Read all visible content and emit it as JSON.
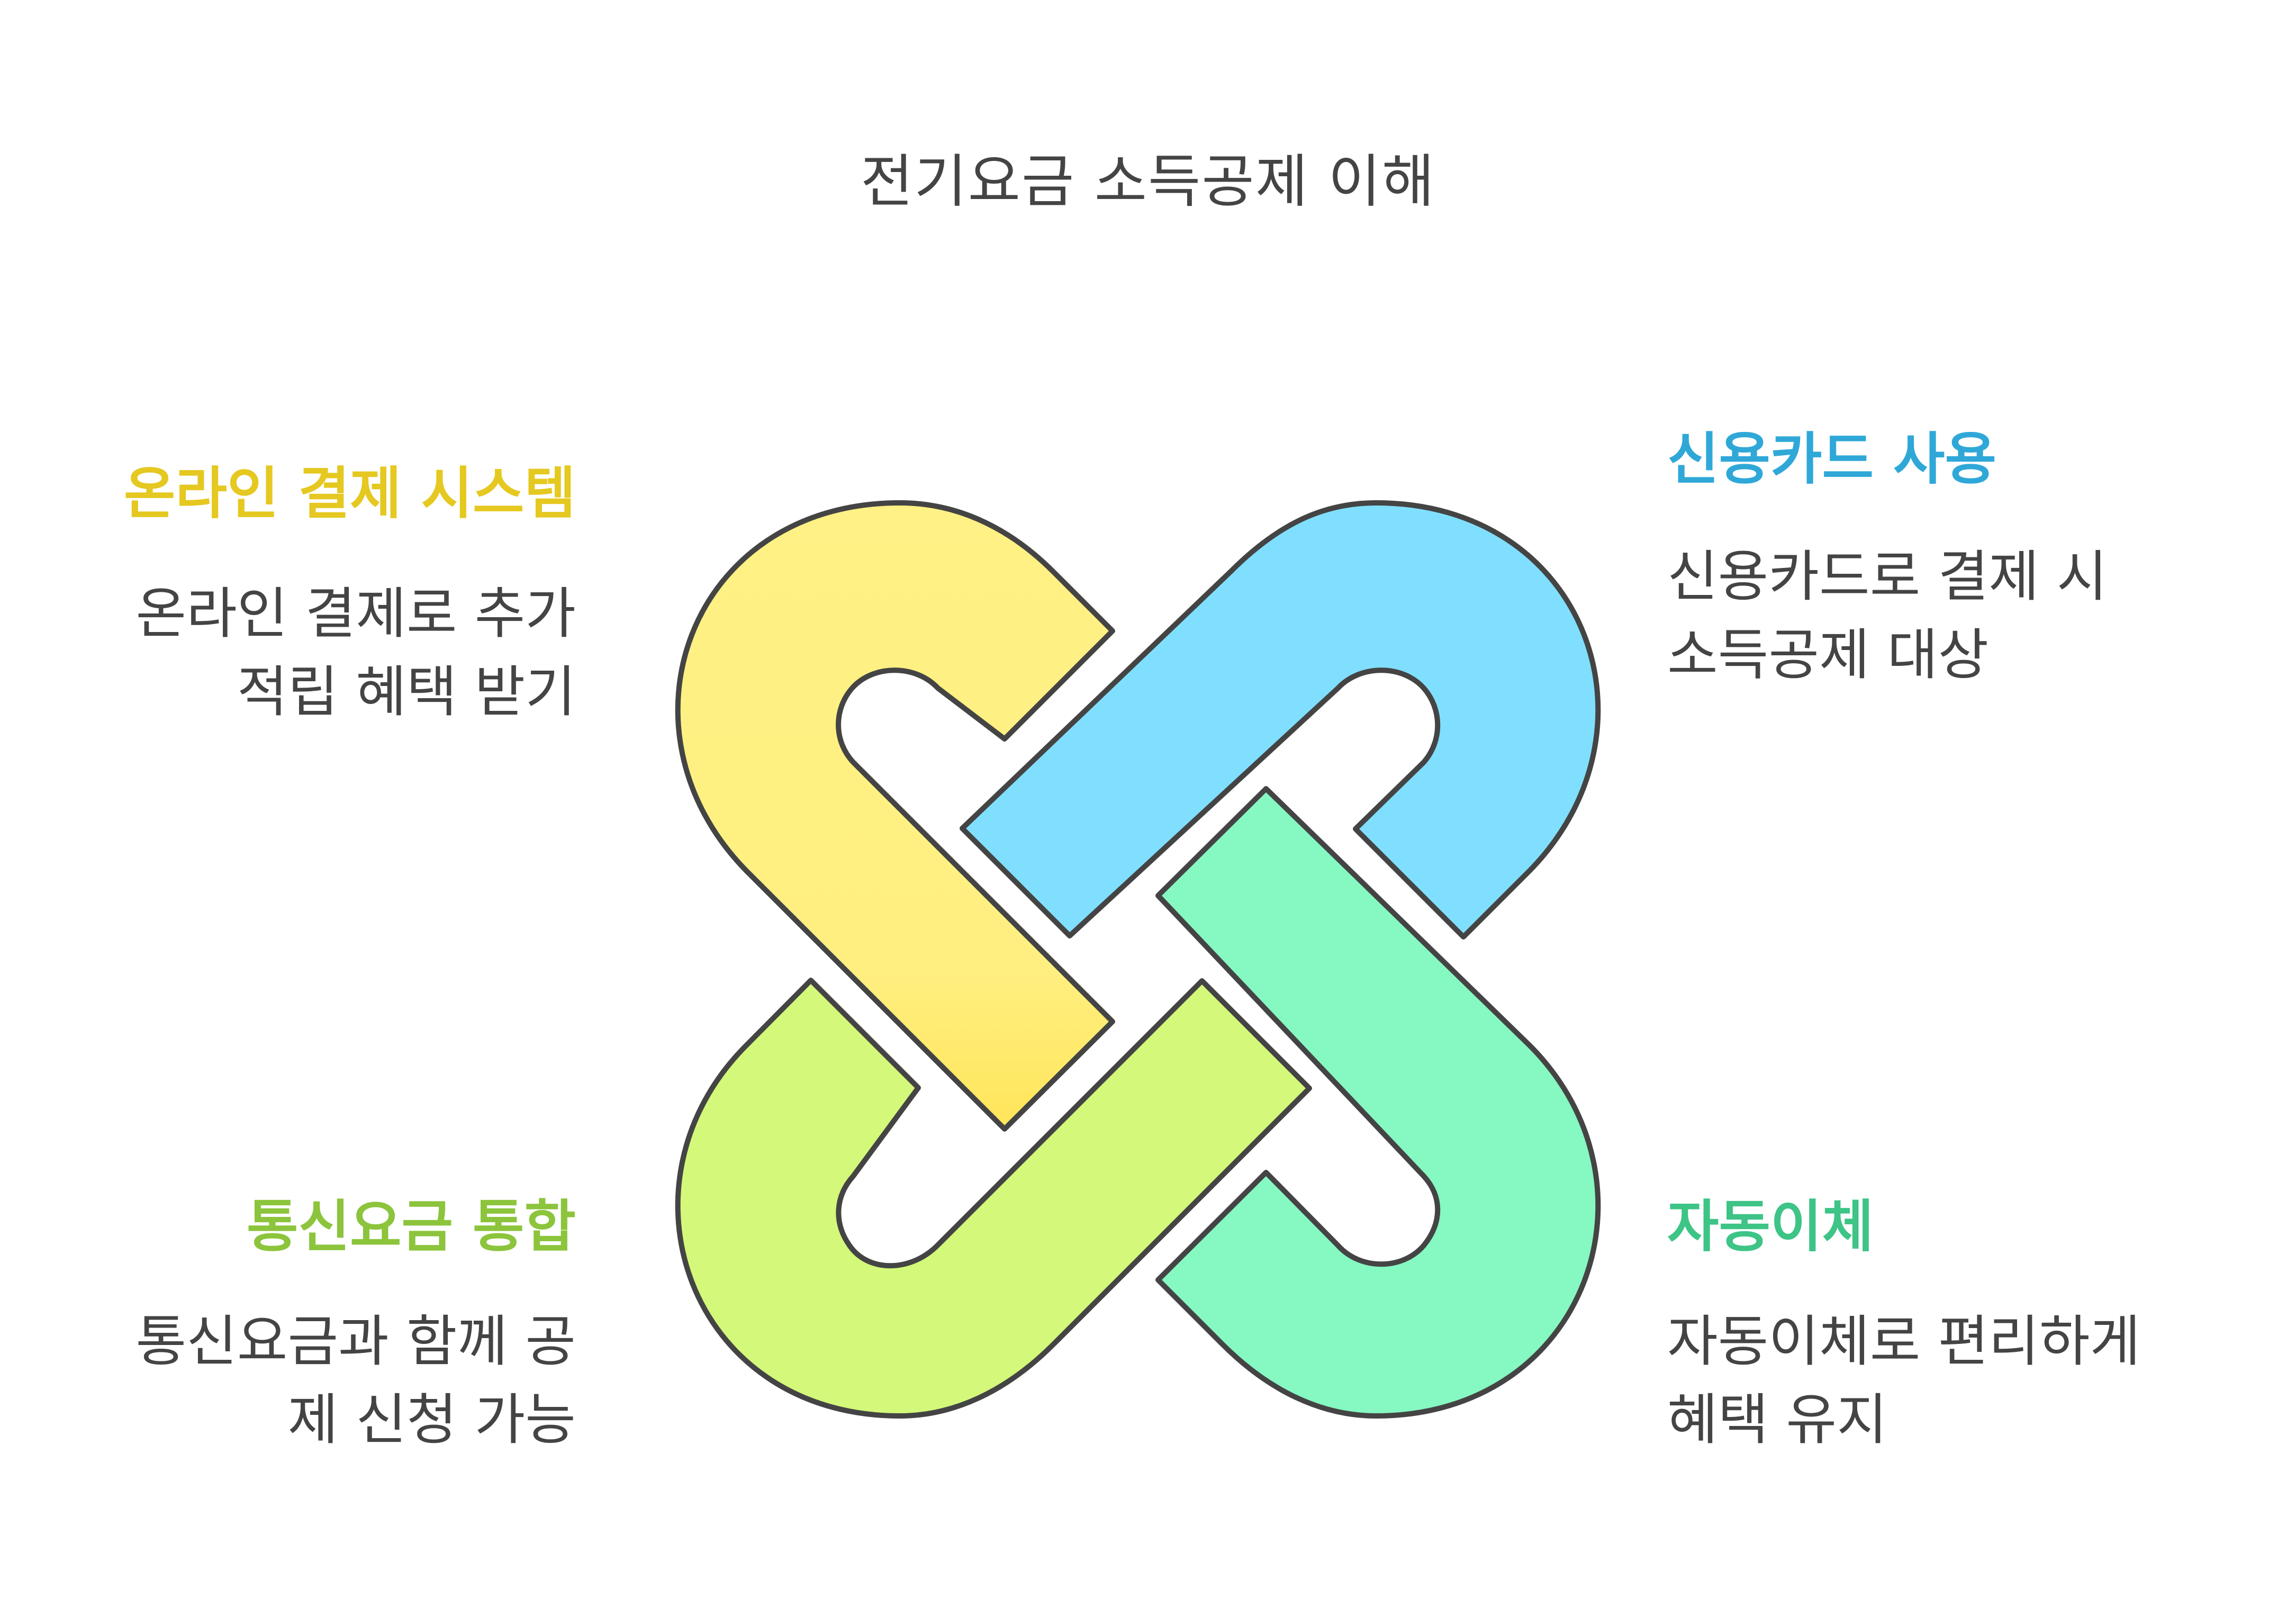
{
  "title": "전기요금 소득공제 이해",
  "colors": {
    "yellow": "#FFF085",
    "blue": "#80DFFF",
    "green_light": "#D3F87A",
    "mint": "#86F8C2",
    "outline": "#444444",
    "yellow_text": "#E5C820",
    "blue_text": "#2FA8D8",
    "green_text": "#8CC43C",
    "mint_text": "#3DC486"
  },
  "items": [
    {
      "title": "온라인 결제 시스템",
      "desc_lines": [
        "온라인 결제로 추가",
        "적립 혜택 받기"
      ]
    },
    {
      "title": "신용카드 사용",
      "desc_lines": [
        "신용카드로 결제 시",
        "소득공제 대상"
      ]
    },
    {
      "title": "통신요금 통합",
      "desc_lines": [
        "통신요금과 함께 공",
        "제 신청 가능"
      ]
    },
    {
      "title": "자동이체",
      "desc_lines": [
        "자동이체로 편리하게",
        "혜택 유지"
      ]
    }
  ]
}
